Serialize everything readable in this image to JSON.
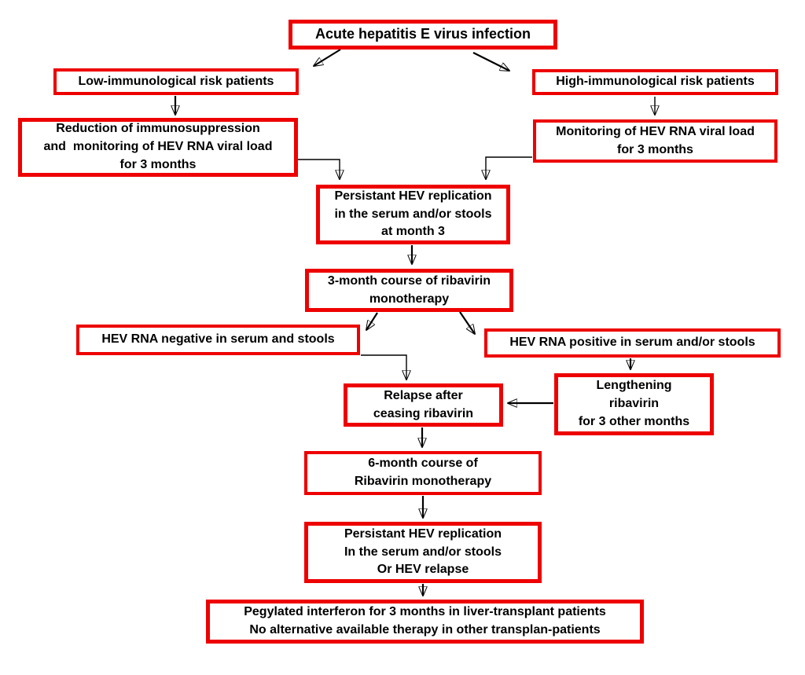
{
  "diagram": {
    "type": "flowchart",
    "accent_color": "#ee0000",
    "text_color": "#000000",
    "background_color": "#ffffff",
    "nodes": {
      "root": {
        "label": "Acute hepatitis E virus infection"
      },
      "low_risk": {
        "label": "Low-immunological risk patients"
      },
      "high_risk": {
        "label": "High-immunological risk patients"
      },
      "reduction": {
        "label": "Reduction of immunosuppression\nand  monitoring of HEV RNA viral load\nfor 3 months"
      },
      "monitoring": {
        "label": "Monitoring of HEV RNA viral load\nfor 3 months"
      },
      "persistent_m3": {
        "label": "Persistant HEV replication\nin the serum and/or stools\nat month 3"
      },
      "course3": {
        "label": "3-month course of ribavirin\nmonotherapy"
      },
      "negative": {
        "label": "HEV RNA negative in serum and stools"
      },
      "positive": {
        "label": "HEV RNA positive in serum and/or stools"
      },
      "relapse": {
        "label": "Relapse after\nceasing ribavirin"
      },
      "lengthening": {
        "label": "Lengthening\nribavirin\nfor 3 other months"
      },
      "course6": {
        "label": "6-month course of\nRibavirin monotherapy"
      },
      "persistent_rel": {
        "label": "Persistant HEV replication\nIn the serum and/or stools\nOr HEV relapse"
      },
      "pegylated": {
        "label": "Pegylated interferon for 3 months in liver-transplant patients\nNo alternative available therapy in other transplan-patients"
      }
    },
    "edges": [
      {
        "from": "root",
        "to": "low_risk"
      },
      {
        "from": "root",
        "to": "high_risk"
      },
      {
        "from": "low_risk",
        "to": "reduction"
      },
      {
        "from": "high_risk",
        "to": "monitoring"
      },
      {
        "from": "reduction",
        "to": "persistent_m3"
      },
      {
        "from": "monitoring",
        "to": "persistent_m3"
      },
      {
        "from": "persistent_m3",
        "to": "course3"
      },
      {
        "from": "course3",
        "to": "negative"
      },
      {
        "from": "course3",
        "to": "positive"
      },
      {
        "from": "negative",
        "to": "relapse"
      },
      {
        "from": "positive",
        "to": "lengthening"
      },
      {
        "from": "lengthening",
        "to": "relapse"
      },
      {
        "from": "relapse",
        "to": "course6"
      },
      {
        "from": "course6",
        "to": "persistent_rel"
      },
      {
        "from": "persistent_rel",
        "to": "pegylated"
      }
    ]
  }
}
